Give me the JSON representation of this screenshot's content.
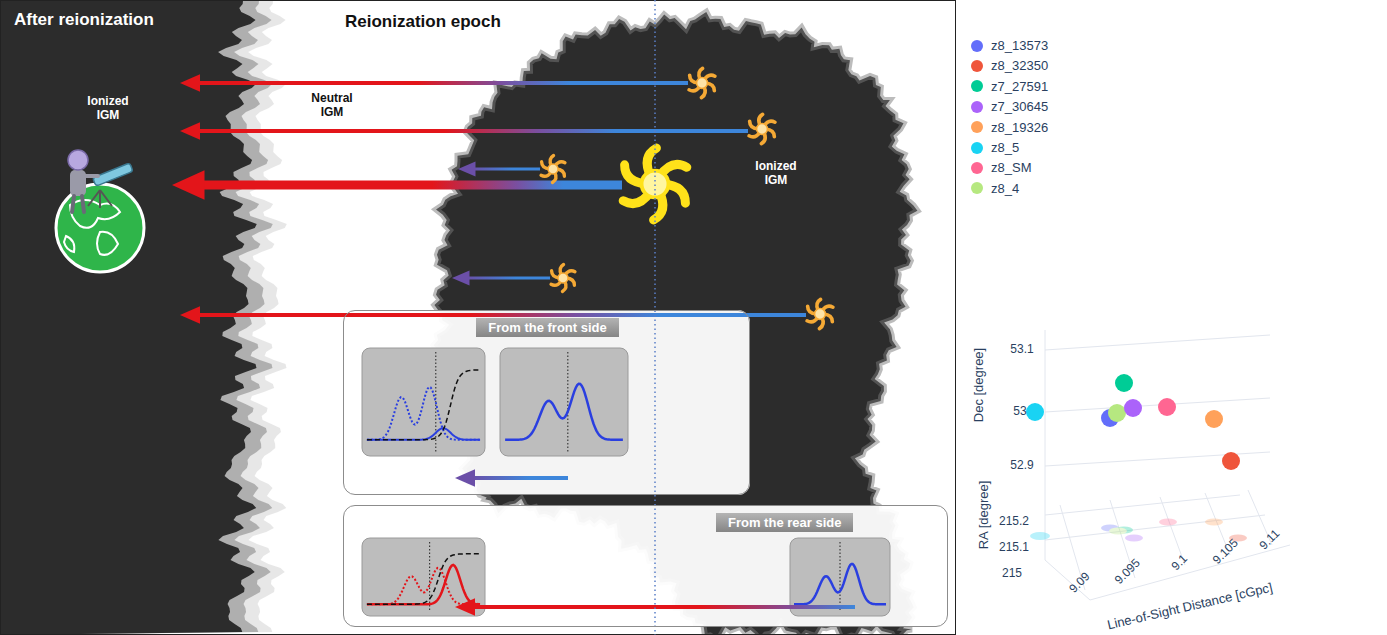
{
  "diagram": {
    "nodes": [
      {
        "text": [
          "From the front side"
        ]
      },
      {
        "text": [
          "From the rear side"
        ]
      }
    ],
    "labels": [
      "After reionization",
      "Reionization epoch",
      "Ionized IGM",
      "Neutral IGM",
      "Ionized IGM",
      "Dec [degree]",
      "RA [degree]",
      "Line-of-Sight Distance [cGpc]",
      "53.1",
      "53",
      "52.9",
      "215.2",
      "215.1",
      "215",
      "9.09",
      "9.095",
      "9.1",
      "9.105",
      "9.11"
    ],
    "legend": [
      {
        "text": "z8_13573",
        "color": "#636efa"
      },
      {
        "text": "z8_32350",
        "color": "#ef553b"
      },
      {
        "text": "z7_27591",
        "color": "#00cc96"
      },
      {
        "text": "z7_30645",
        "color": "#ab63fa"
      },
      {
        "text": "z8_19326",
        "color": "#ffa15a"
      },
      {
        "text": "z8_5",
        "color": "#19d3f3"
      },
      {
        "text": "z8_SM",
        "color": "#ff6692"
      },
      {
        "text": "z8_4",
        "color": "#b6e880"
      }
    ]
  }
}
